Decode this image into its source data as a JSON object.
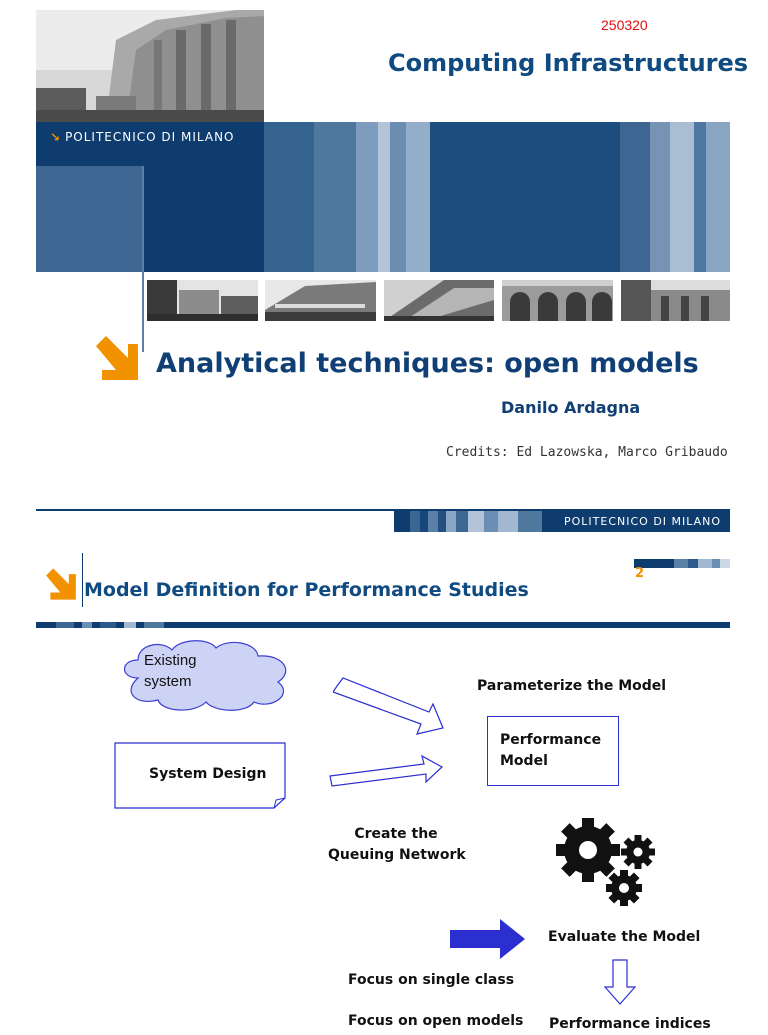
{
  "slide1": {
    "number": "250320",
    "course_title": "Computing Infrastructures",
    "brand": "POLITECNICO DI MILANO",
    "lecture_title": "Analytical techniques: open models",
    "author": "Danilo Ardagna",
    "credits": "Credits: Ed Lazowska, Marco Gribaudo"
  },
  "slide2": {
    "brand": "POLITECNICO DI MILANO",
    "number": "2",
    "title": "Model Definition for Performance Studies",
    "diagram": {
      "existing_system_line1": "Existing",
      "existing_system_line2": "system",
      "system_design": "System Design",
      "parameterize": "Parameterize the Model",
      "performance_model_line1": "Performance",
      "performance_model_line2": "Model",
      "create_line1": "Create the",
      "create_line2": "Queuing Network",
      "evaluate": "Evaluate the Model",
      "focus_single": "Focus on single class",
      "focus_open": "Focus on open models",
      "performance_indices": "Performance indices"
    }
  },
  "colors": {
    "navy": "#0f3c6e",
    "title_blue": "#0f4a80",
    "accent_orange": "#f39200",
    "red_number": "#e01010",
    "diagram_blue": "#2b2fd0",
    "cloud_fill": "#cdd3f5"
  }
}
